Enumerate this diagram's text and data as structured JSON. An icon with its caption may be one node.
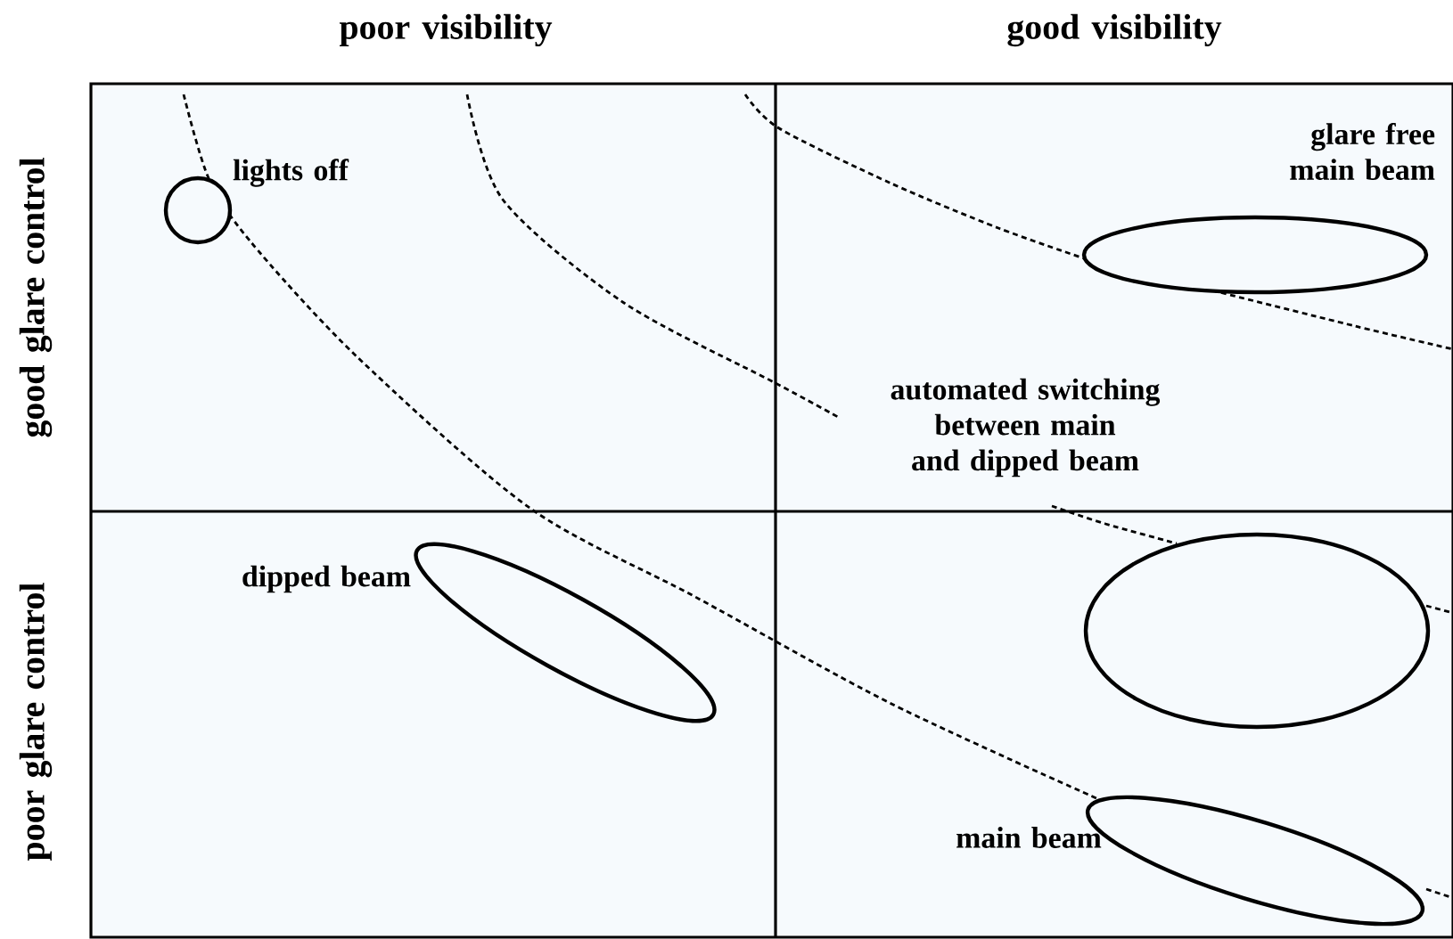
{
  "diagram": {
    "nodes": [
      {
        "text": [],
        "shape": "circle",
        "beside": [
          "lights off"
        ]
      },
      {
        "text": [],
        "shape": "ellipse",
        "beside": [
          "glare free main beam"
        ]
      },
      {
        "text": [],
        "shape": "ellipse",
        "beside": [
          "dipped beam"
        ]
      },
      {
        "text": [],
        "shape": "ellipse"
      },
      {
        "text": [],
        "shape": "ellipse",
        "beside": [
          "main beam"
        ]
      }
    ],
    "labels": [
      "poor visibility",
      "good visibility",
      "good glare control",
      "poor glare control",
      "automated switching between main and dipped beam"
    ]
  }
}
